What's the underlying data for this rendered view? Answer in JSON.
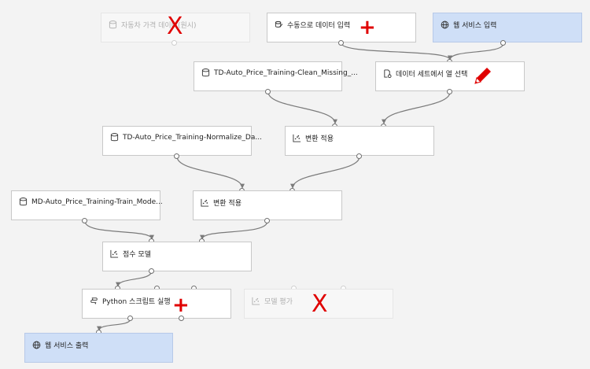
{
  "nodes": {
    "car_price_data": "자동차 가격 데이터(원시)",
    "manual_input": "수동으로 데이터 입력",
    "web_service_input": "웹 서비스 입력",
    "clean_missing": "TD-Auto_Price_Training-Clean_Missing_...",
    "select_columns": "데이터 세트에서 열 선택",
    "normalize": "TD-Auto_Price_Training-Normalize_Da...",
    "apply_transform_1": "변환 적용",
    "train_model": "MD-Auto_Price_Training-Train_Mode...",
    "apply_transform_2": "변환 적용",
    "score_model": "점수 모델",
    "python_script": "Python 스크립트 실행",
    "evaluate_model": "모델 평가",
    "web_service_output": "웹 서비스 출력"
  },
  "annotations": {
    "remove_mark": "X",
    "add_mark": "+"
  },
  "colors": {
    "web_service_fill": "#cfdff7",
    "edge": "#7a7a7a",
    "annotation": "#e00000"
  }
}
